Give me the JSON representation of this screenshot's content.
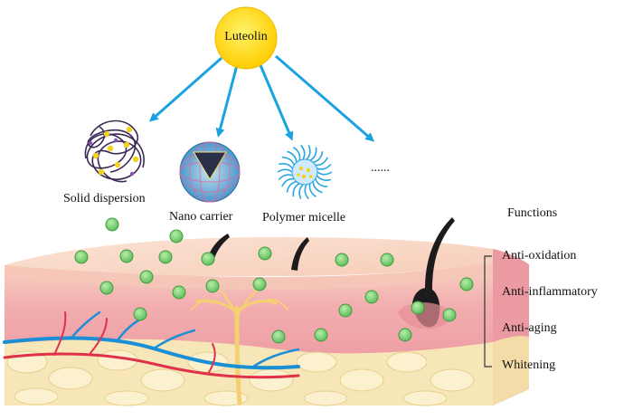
{
  "source": {
    "label": "Luteolin",
    "color": "#ffd000"
  },
  "carriers": [
    {
      "label": "Solid dispersion"
    },
    {
      "label": "Nano carrier"
    },
    {
      "label": "Polymer micelle"
    },
    {
      "label": "......"
    }
  ],
  "functions": {
    "title": "Functions",
    "items": [
      "Anti-oxidation",
      "Anti-inflammatory",
      "Anti-aging",
      "Whitening"
    ]
  },
  "colors": {
    "arrow": "#1aa3de",
    "particle": "#7fcf7a",
    "skin_top": "#f7cdb8",
    "dermis": "#f0a3a8",
    "fat": "#f6e6b6",
    "hair": "#1c1c1c",
    "vein": "#1a8fd6",
    "artery": "#e0304a",
    "nerve": "#f4d072"
  }
}
